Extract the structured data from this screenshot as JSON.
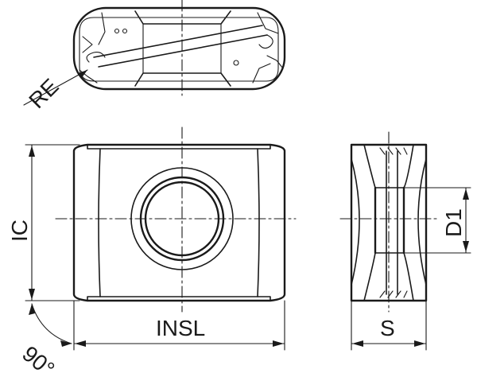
{
  "labels": {
    "re": "RE",
    "ic": "IC",
    "insl": "INSL",
    "s": "S",
    "d1": "D1",
    "angle": "90°"
  }
}
